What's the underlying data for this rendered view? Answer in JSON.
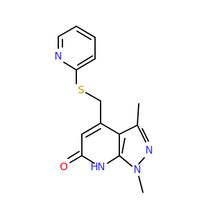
{
  "molecule": {
    "atom_labels": {
      "pyridine_n": "N",
      "sulfur": "S",
      "pyrazole_n2": "N",
      "pyrazole_n1": "N",
      "lactam_nh_n": "N",
      "lactam_nh_h": "H",
      "carbonyl_o": "O"
    }
  },
  "colors": {
    "bond": "#000000",
    "nitrogen": "#2a2aff",
    "sulfur": "#b5a100",
    "oxygen": "#ff0d0d"
  }
}
